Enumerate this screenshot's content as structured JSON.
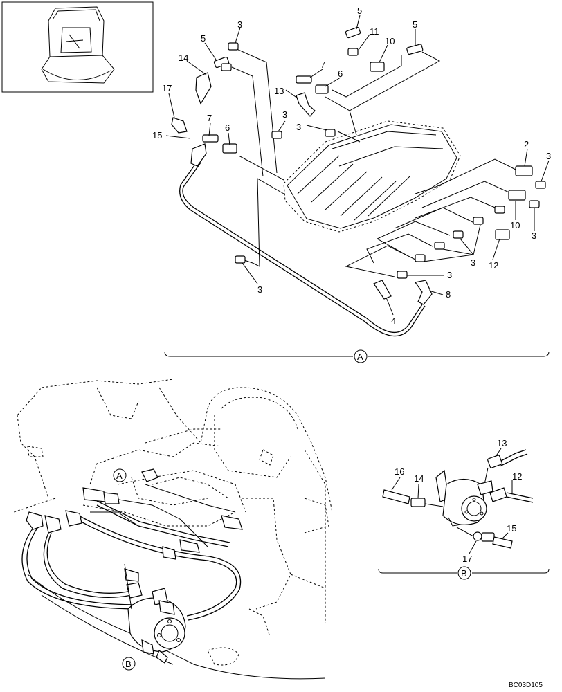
{
  "doc_code": "BC03D105",
  "group_labels": {
    "a": "A",
    "b": "B"
  },
  "callouts": {
    "c1_5": "5",
    "c1_3": "3",
    "c1_11": "11",
    "c1_10": "10",
    "c1_5b": "5",
    "c1_5c": "5",
    "c1_14": "14",
    "c1_7": "7",
    "c1_6": "6",
    "c1_13": "13",
    "c1_17": "17",
    "c1_15": "15",
    "c1_7b": "7",
    "c1_6b": "6",
    "c1_3b": "3",
    "c1_3c": "3",
    "c1_2": "2",
    "c1_3d": "3",
    "c1_10b": "10",
    "c1_3e": "3",
    "c1_3f": "3",
    "c1_12": "12",
    "c1_3g": "3",
    "c1_8": "8",
    "c1_4": "4",
    "c1_3h": "3",
    "d_13": "13",
    "d_16": "16",
    "d_14": "14",
    "d_12": "12",
    "d_15": "15",
    "d_17": "17"
  }
}
